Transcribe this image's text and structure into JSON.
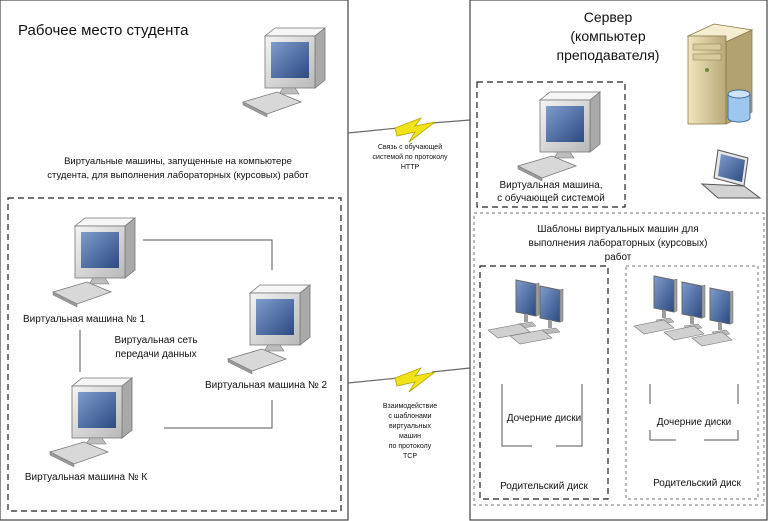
{
  "colors": {
    "lightning": "#f2e21a",
    "lightning_stroke": "#b4a400",
    "monitor_body": "#e2e2e2",
    "screen_blue": "#3f5f98",
    "server_body": "#e9dcae",
    "disk_blue": "#9ec6ee"
  },
  "student": {
    "title": "Рабочее место студента",
    "vm_caption_1": "Виртуальные машины, запущенные на компьютере",
    "vm_caption_2": "студента, для выполнения лабораторных (курсовых) работ",
    "vm1_label": "Виртуальная машина № 1",
    "vm2_label": "Виртуальная машина № 2",
    "vmk_label": "Виртуальная машина № К",
    "net_label_1": "Виртуальная сеть",
    "net_label_2": "передачи данных"
  },
  "link_top": {
    "line1": "Связь с обучающей",
    "line2": "системой по протоколу",
    "line3": "HTTP"
  },
  "link_bottom": {
    "line1": "Взаимодействие",
    "line2": "с шаблонами",
    "line3": "виртуальных",
    "line4": "машин",
    "line5": "по протоколу",
    "line6": "TCP"
  },
  "server": {
    "title_1": "Сервер",
    "title_2": "(компьютер",
    "title_3": "преподавателя)",
    "learn_vm_1": "Виртуальная машина,",
    "learn_vm_2": "с обучающей системой",
    "templates_1": "Шаблоны виртуальных машин для",
    "templates_2": "выполнения лабораторных (курсовых)",
    "templates_3": "работ",
    "child_disks_a": "Дочерние диски",
    "parent_disk_a": "Родительский диск",
    "child_disks_b": "Дочерние диски",
    "parent_disk_b": "Родительский диск"
  }
}
